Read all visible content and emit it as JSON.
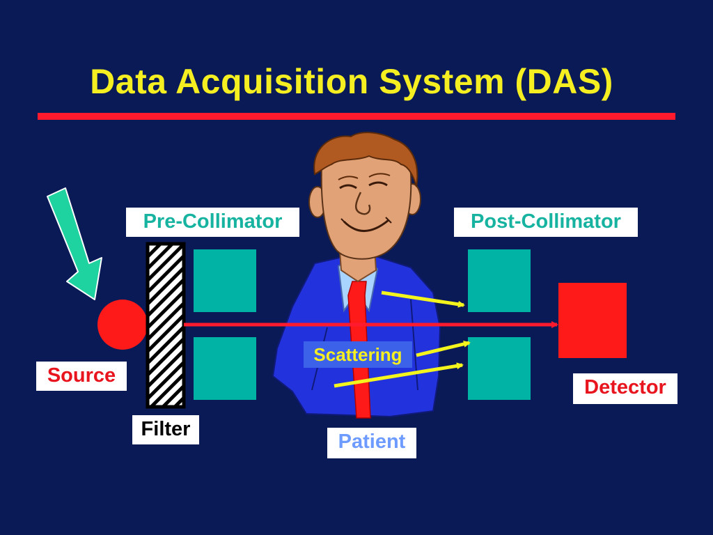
{
  "title": "Data Acquisition System (DAS)",
  "labels": {
    "pre_collimator": "Pre-Collimator",
    "post_collimator": "Post-Collimator",
    "source": "Source",
    "filter": "Filter",
    "scattering": "Scattering",
    "patient": "Patient",
    "detector": "Detector"
  },
  "colors": {
    "background": "#0a1a56",
    "title": "#f5ef22",
    "rule": "#ff1a2e",
    "collimator": "#00b3a4",
    "source": "#ff1a1a",
    "detector": "#ff1a1a",
    "beam": "#ff1a2e",
    "scatter_arrow": "#f5f51e",
    "incoming_arrow": "#1fd3a0",
    "patient_suit": "#2233dd"
  }
}
